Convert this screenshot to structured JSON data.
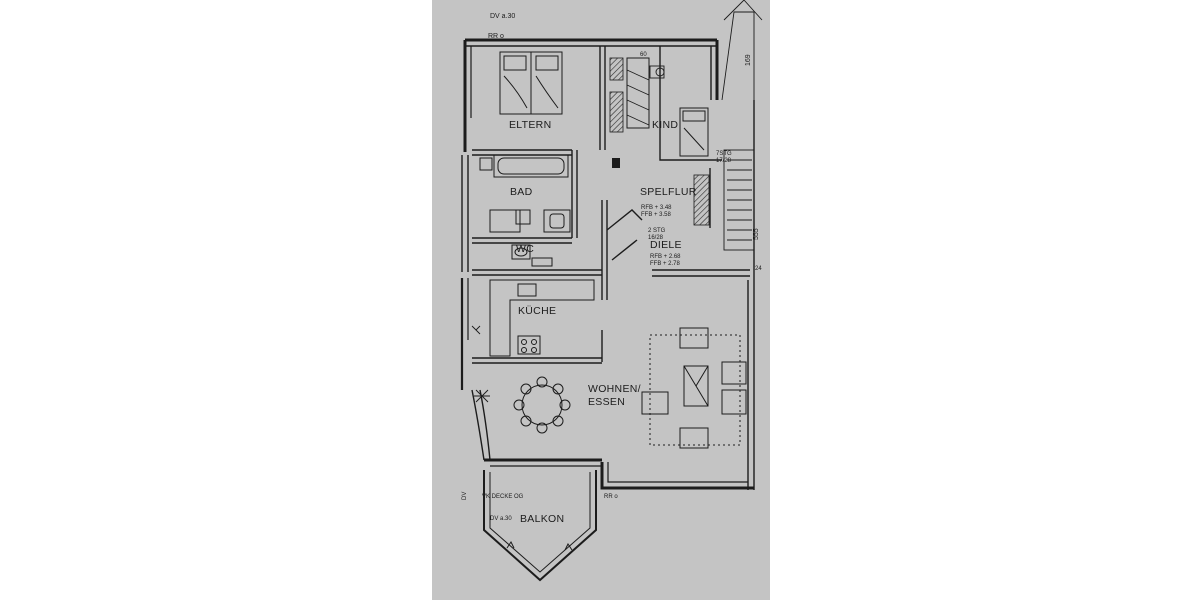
{
  "plan": {
    "rooms": {
      "eltern": "ELTERN",
      "kind": "KIND",
      "bad": "BAD",
      "spelflur": "SPELFLUR",
      "wc": "WC",
      "diele": "DIELE",
      "kueche": "KÜCHE",
      "wohnen_line1": "WOHNEN/",
      "wohnen_line2": "ESSEN",
      "balkon": "BALKON"
    },
    "annotations": {
      "dv_top": "DV a.30",
      "rr_top": "RR o",
      "dim_169": "169",
      "dim_555": "555",
      "stg_upper": "7STG",
      "stg_upper_sub": "17/28",
      "spelflur_rfb": "RFB + 3.48",
      "spelflur_ffb": "FFB + 3.58",
      "stg_lower": "2 STG",
      "stg_lower_sub": "16/28",
      "diele_rfb": "RFB + 2.68",
      "diele_ffb": "FFB + 2.78",
      "dim_60": "60",
      "dim_24": "24",
      "dv_bottom": "DV",
      "vk_decke": "VK DECKE OG",
      "rr_bottom": "RR o",
      "dv_balkon": "DV a.30"
    }
  },
  "colors": {
    "paper": "#c4c4c4",
    "ink": "#1c1c1c",
    "page": "#ffffff"
  }
}
